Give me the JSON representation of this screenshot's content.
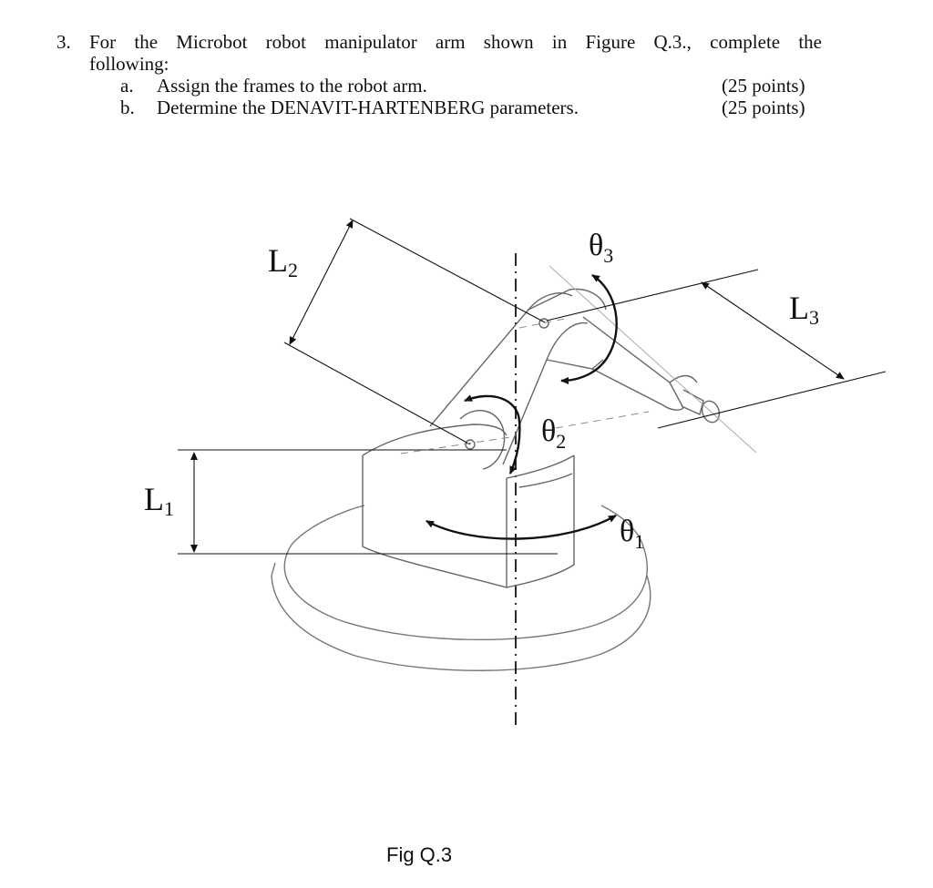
{
  "question": {
    "number": "3.",
    "text_line1": "For the Microbot robot manipulator arm shown in Figure Q.3., complete the",
    "text_line2": "following:",
    "parts": [
      {
        "letter": "a.",
        "text": "Assign the frames to the robot arm.",
        "points": "(25 points)"
      },
      {
        "letter": "b.",
        "text": "Determine the DENAVIT-HARTENBERG parameters.",
        "points": "(25 points)"
      }
    ]
  },
  "figure": {
    "labels": {
      "L1": "L",
      "L1_sub": "1",
      "L2": "L",
      "L2_sub": "2",
      "L3": "L",
      "L3_sub": "3",
      "theta1": "θ",
      "theta1_sub": "1",
      "theta2": "θ",
      "theta2_sub": "2",
      "theta3": "θ",
      "theta3_sub": "3"
    },
    "caption": "Fig Q.3"
  }
}
